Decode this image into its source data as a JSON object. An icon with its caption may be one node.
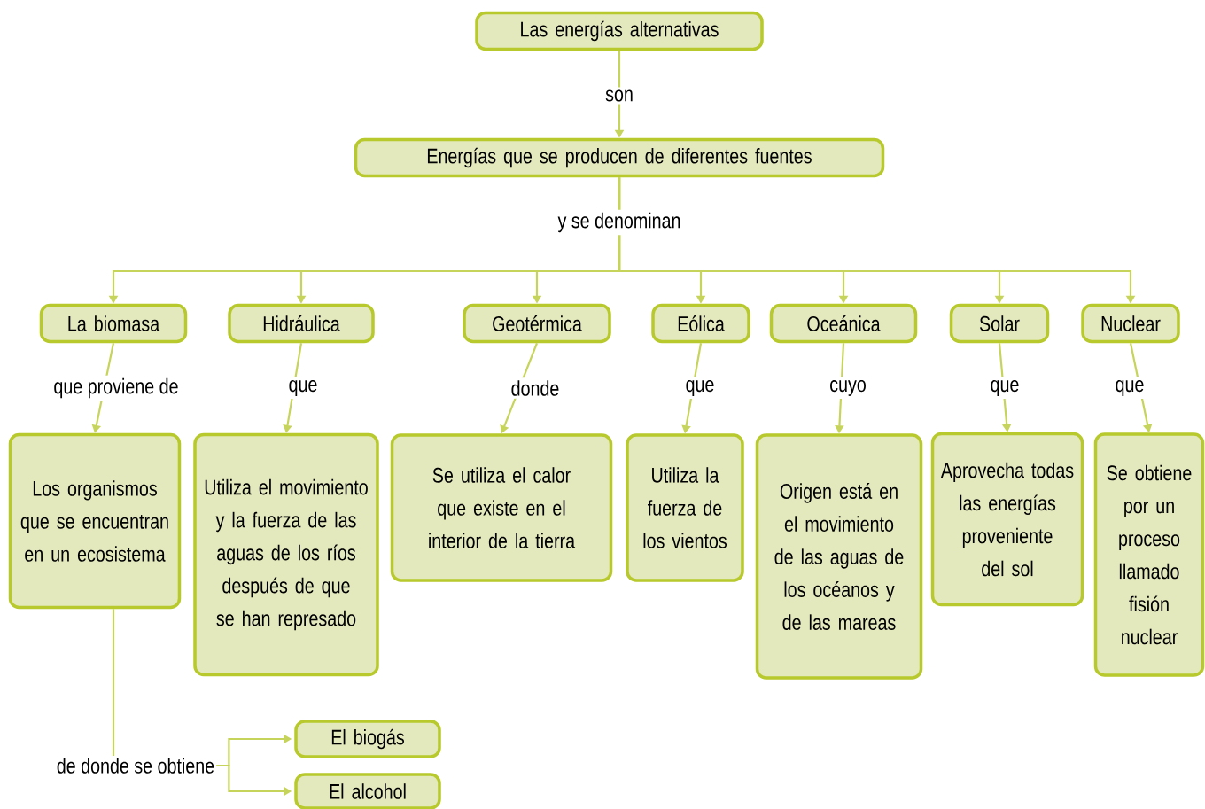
{
  "diagram": {
    "nodes": [
      {
        "text": [
          "Las energías alternativas"
        ]
      },
      {
        "text": [
          "Energías que se producen de diferentes fuentes"
        ]
      },
      {
        "text": [
          "La biomasa"
        ]
      },
      {
        "text": [
          "Hidráulica"
        ]
      },
      {
        "text": [
          "Geotérmica"
        ]
      },
      {
        "text": [
          "Eólica"
        ]
      },
      {
        "text": [
          "Oceánica"
        ]
      },
      {
        "text": [
          "Solar"
        ]
      },
      {
        "text": [
          "Nuclear"
        ]
      },
      {
        "text": [
          "Los organismos que se encuentran en un ecosistema"
        ]
      },
      {
        "text": [
          "Utiliza el movimiento y la fuerza de las aguas de los ríos después de que se han represado"
        ]
      },
      {
        "text": [
          "Se utiliza el calor que existe en el interior de la tierra"
        ]
      },
      {
        "text": [
          "Utiliza la fuerza de los vientos"
        ]
      },
      {
        "text": [
          "Origen está en el movimiento de las aguas de los océanos y de las mareas"
        ]
      },
      {
        "text": [
          "Aprovecha todas las energías proveniente del sol"
        ]
      },
      {
        "text": [
          "Se obtiene por un proceso llamado fisión nuclear"
        ]
      },
      {
        "text": [
          "de donde se obtiene"
        ]
      },
      {
        "text": [
          "El biogás"
        ]
      },
      {
        "text": [
          "El alcohol"
        ]
      }
    ],
    "edges": [
      {
        "from": 0,
        "to": 1,
        "arrow": "to",
        "label": "son"
      },
      {
        "from": 1,
        "to": 2,
        "arrow": "to",
        "label": "y se denominan"
      },
      {
        "from": 1,
        "to": 3,
        "arrow": "to"
      },
      {
        "from": 1,
        "to": 4,
        "arrow": "to"
      },
      {
        "from": 1,
        "to": 5,
        "arrow": "to"
      },
      {
        "from": 1,
        "to": 6,
        "arrow": "to"
      },
      {
        "from": 1,
        "to": 7,
        "arrow": "to"
      },
      {
        "from": 1,
        "to": 8,
        "arrow": "to"
      },
      {
        "from": 2,
        "to": 9,
        "arrow": "to",
        "label": "que proviene de"
      },
      {
        "from": 3,
        "to": 10,
        "arrow": "to",
        "label": "que"
      },
      {
        "from": 4,
        "to": 11,
        "arrow": "to",
        "label": "donde"
      },
      {
        "from": 5,
        "to": 12,
        "arrow": "to",
        "label": "que"
      },
      {
        "from": 6,
        "to": 13,
        "arrow": "to",
        "label": "cuyo"
      },
      {
        "from": 7,
        "to": 14,
        "arrow": "to",
        "label": "que"
      },
      {
        "from": 8,
        "to": 15,
        "arrow": "to",
        "label": "que"
      },
      {
        "from": 9,
        "to": 16,
        "arrow": "none"
      },
      {
        "from": 16,
        "to": 17,
        "arrow": "to"
      },
      {
        "from": 16,
        "to": 18,
        "arrow": "to"
      }
    ]
  }
}
